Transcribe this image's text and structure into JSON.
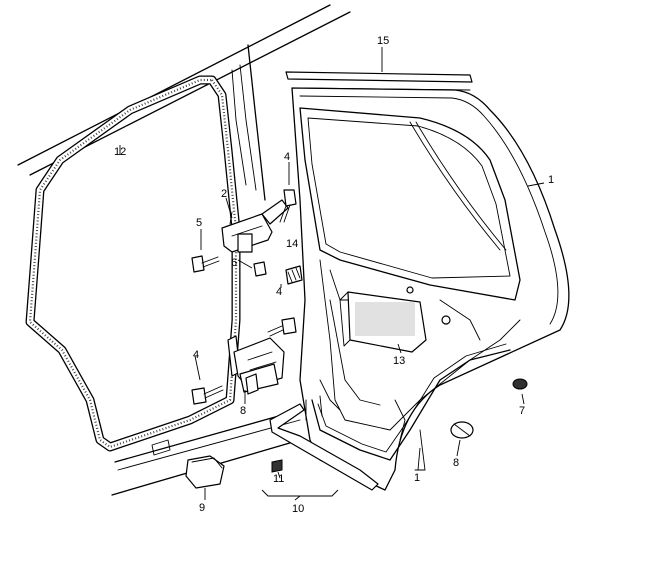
{
  "callouts": [
    {
      "id": "1a",
      "text": "1"
    },
    {
      "id": "1b",
      "text": "1"
    },
    {
      "id": "2",
      "text": "2"
    },
    {
      "id": "4a",
      "text": "4"
    },
    {
      "id": "4b",
      "text": "4"
    },
    {
      "id": "4c",
      "text": "4"
    },
    {
      "id": "5",
      "text": "5"
    },
    {
      "id": "6",
      "text": "6"
    },
    {
      "id": "7",
      "text": "7"
    },
    {
      "id": "8a",
      "text": "8"
    },
    {
      "id": "8b",
      "text": "8"
    },
    {
      "id": "9",
      "text": "9"
    },
    {
      "id": "10",
      "text": "10"
    },
    {
      "id": "11",
      "text": "11"
    },
    {
      "id": "12",
      "text": "12"
    },
    {
      "id": "13",
      "text": "13"
    },
    {
      "id": "14",
      "text": "14"
    },
    {
      "id": "15",
      "text": "15"
    }
  ]
}
